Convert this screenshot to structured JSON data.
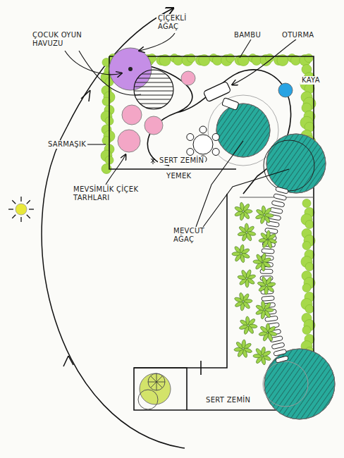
{
  "diagram": {
    "labels": [
      "ÇOCUK OYUN HAVUZU",
      "ÇİÇEKLİ AĞAÇ",
      "BAMBU",
      "OTURMA",
      "KAYA",
      "SARMAŞIK",
      "SERT ZEMİN",
      "YEMEK",
      "MEVSİMLİK ÇİÇEK TARHLARI",
      "MEVCUT AĞAÇ",
      "SERT ZEMİN"
    ]
  }
}
